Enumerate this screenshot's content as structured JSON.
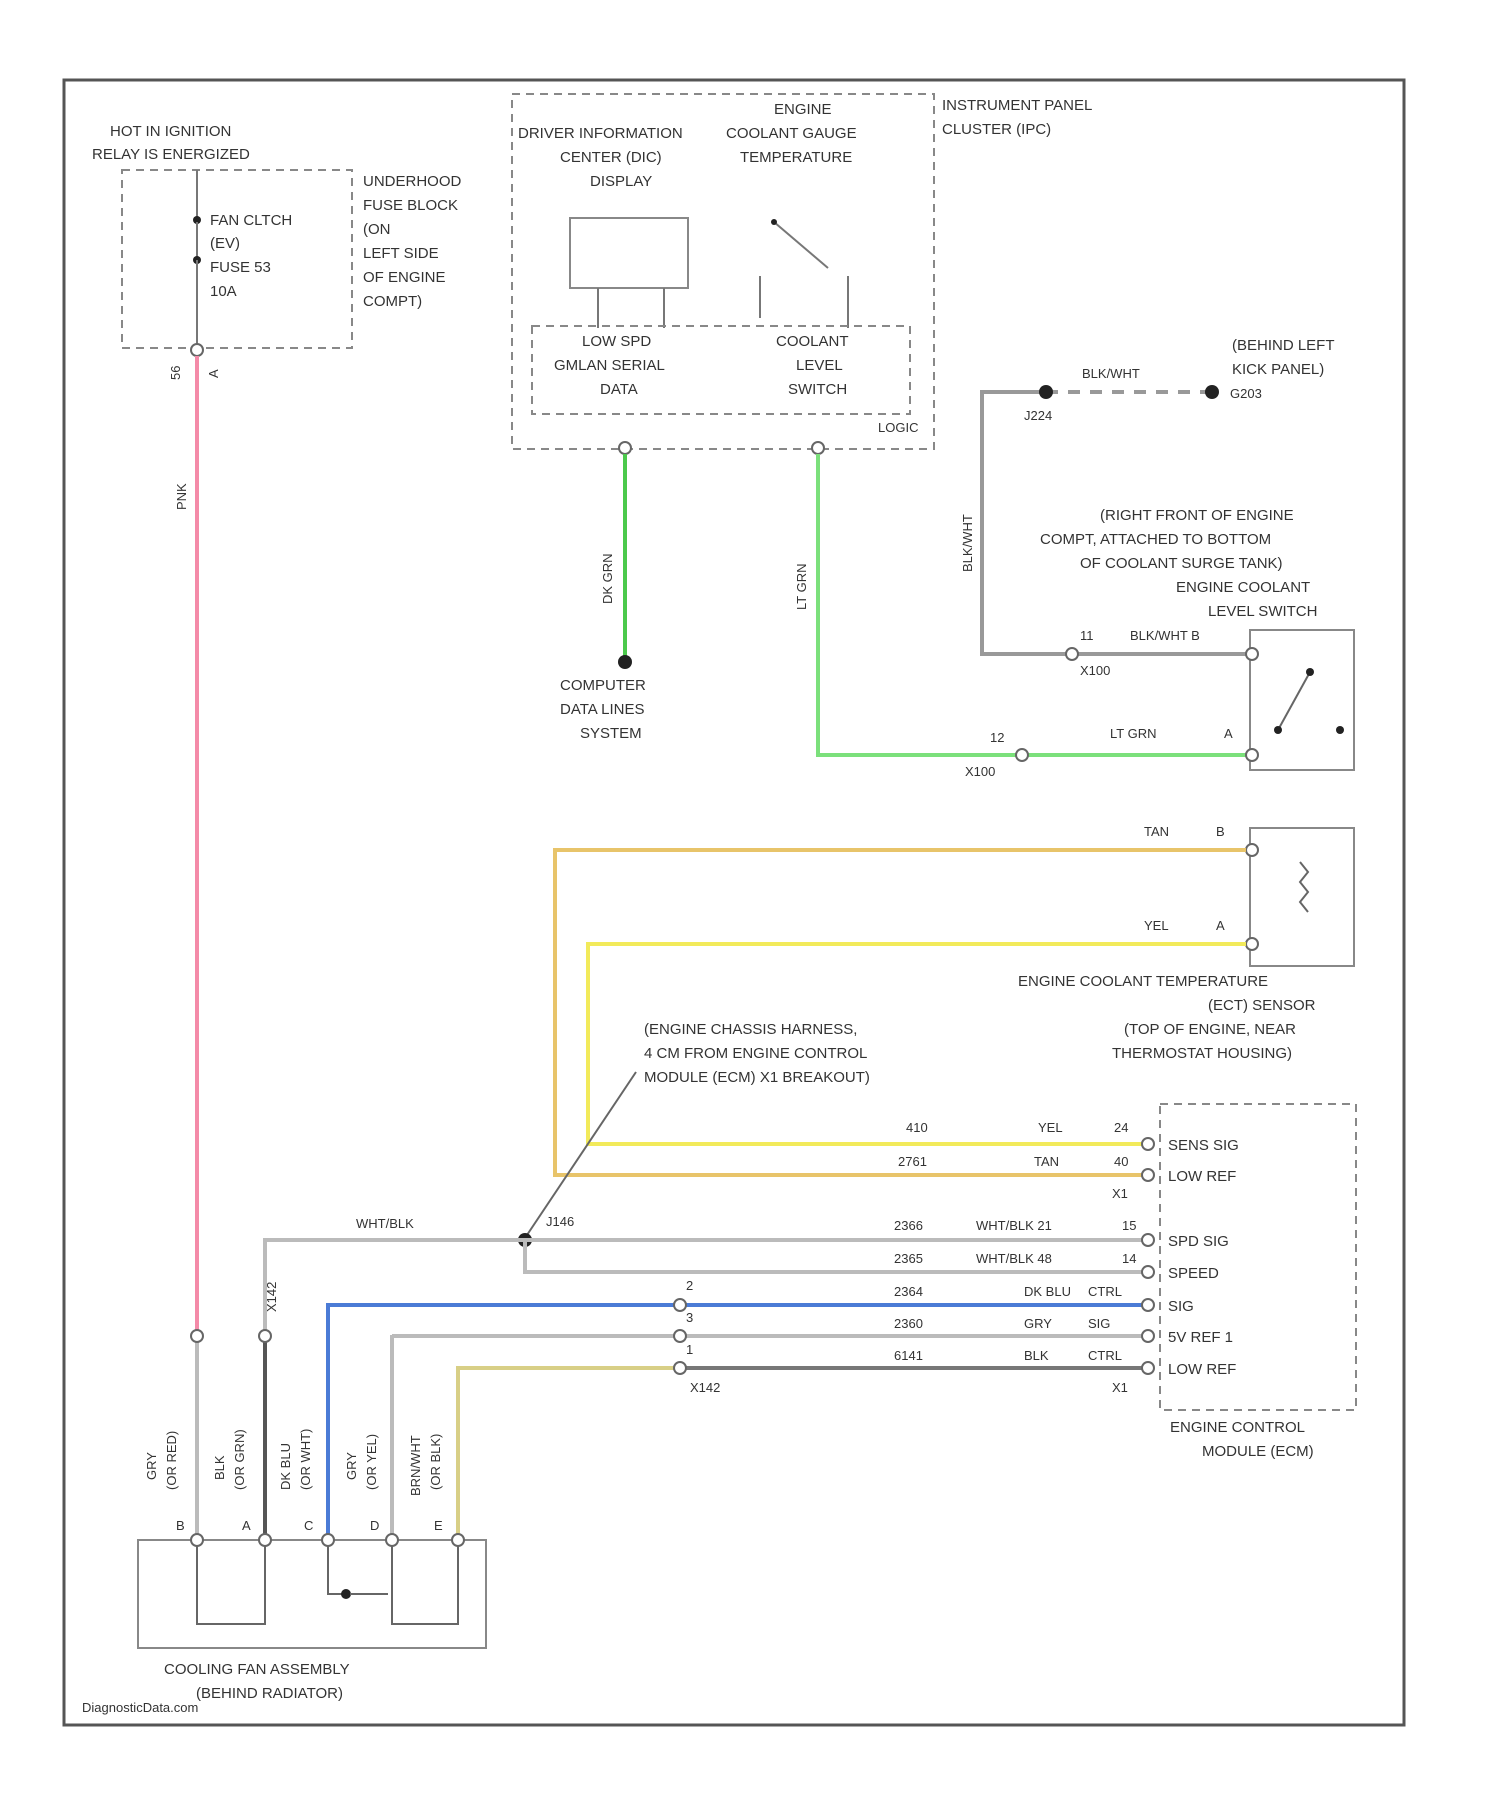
{
  "colors": {
    "pnk": "#f48aa8",
    "dkgrn": "#4cc94c",
    "ltgrn": "#7be07b",
    "tan": "#e8c46a",
    "yel": "#f2ea5a",
    "blu": "#4b7bd6",
    "gry": "#8a8a8a",
    "wht": "#bbbbbb",
    "brn": "#d8cf86"
  },
  "labels": {
    "hot_in_run": "HOT IN IGNITION",
    "hot_in_run2": "RELAY IS ENERGIZED",
    "underhood": "UNDERHOOD",
    "underhood2": "FUSE BLOCK",
    "underhood3": "(ON",
    "underhood4": "LEFT SIDE",
    "underhood5": "OF ENGINE",
    "underhood6": "COMPT)",
    "fan_clutch": "FAN CLTCH",
    "fan_clutch2": "(EV)",
    "fuse": "FUSE 53",
    "fuse_amp": "10A",
    "wire_pnk": "PNK",
    "pin_56": "56",
    "pin_a": "A",
    "dic": "DRIVER INFORMATION",
    "dic2": "CENTER (DIC)",
    "dic3": "DISPLAY",
    "engine": "ENGINE",
    "coolant_gauge": "COOLANT GAUGE",
    "coolant_gauge2": "TEMPERATURE",
    "ipc": "INSTRUMENT PANEL",
    "ipc2": "CLUSTER (IPC)",
    "low_spd": "LOW SPD",
    "low_spd2": "GMLAN SERIAL",
    "low_spd3": "DATA",
    "coolant_level": "COOLANT",
    "coolant_level2": "LEVEL",
    "coolant_level3": "SWITCH",
    "logic": "LOGIC",
    "wire_dkgrn": "DK GRN",
    "wire_ltgrn": "LT GRN",
    "computer": "COMPUTER",
    "computer2": "DATA LINES",
    "computer3": "SYSTEM",
    "blk_wht": "BLK/WHT",
    "j224": "J224",
    "behind_kick": "(BEHIND LEFT",
    "behind_kick2": "KICK PANEL)",
    "g203": "G203",
    "right_front": "(RIGHT FRONT OF ENGINE",
    "right_front2": "COMPT, ATTACHED TO BOTTOM",
    "right_front3": "OF COOLANT SURGE TANK)",
    "right_front4": "ENGINE COOLANT",
    "right_front5": "LEVEL SWITCH",
    "pin_11": "11",
    "blk_wht_b": "BLK/WHT  B",
    "x100": "X100",
    "pin_12": "12",
    "lt_grn_a": "LT GRN",
    "a": "A",
    "x100b": "X100",
    "tan": "TAN",
    "b": "B",
    "yel": "YEL",
    "a2": "A",
    "ect": "ENGINE COOLANT TEMPERATURE",
    "ect2": "(ECT) SENSOR",
    "ect3": "(TOP OF ENGINE, NEAR",
    "ect4": "THERMOSTAT HOUSING)",
    "harness": "(ENGINE CHASSIS HARNESS,",
    "harness2": "4 CM FROM ENGINE CONTROL",
    "harness3": "MODULE (ECM) X1 BREAKOUT)",
    "c410": "410",
    "c2761": "2761",
    "yel2": "YEL",
    "tan2": "TAN",
    "p24": "24",
    "p40": "40",
    "x1": "X1",
    "sens_sig": "SENS SIG",
    "low_ref": "LOW REF",
    "j146": "J146",
    "wht_blk": "WHT/BLK",
    "c2366": "2366",
    "c2365": "2365",
    "c2364": "2364",
    "c2360": "2360",
    "c6141": "6141",
    "wht_blk2": "WHT/BLK  21",
    "wht_blk3": "WHT/BLK  48",
    "dk_blu": "DK BLU",
    "ctrl": "CTRL",
    "grn": "GRY",
    "sig": "SIG",
    "blk": "BLK",
    "ctrl2": "CTRL",
    "p15": "15",
    "p14": "14",
    "spd_sig": "SPD SIG",
    "speed": "SPEED",
    "sig2": "SIG",
    "ref": "5V REF 1",
    "low_ref2": "LOW REF",
    "x142": "X142",
    "x142b": "X142",
    "x1b": "X1",
    "ecm": "ENGINE CONTROL",
    "ecm2": "MODULE (ECM)",
    "p2": "2",
    "p3": "3",
    "p1": "1",
    "w1": "GRY",
    "w1b": "(OR RED)",
    "w2": "BLK",
    "w2b": "(OR GRN)",
    "w3": "DK BLU",
    "w3b": "(OR WHT)",
    "w4": "GRY",
    "w4b": "(OR YEL)",
    "w5": "BRN/WHT",
    "w5b": "(OR BLK)",
    "fp1": "B",
    "fp2": "A",
    "fp3": "C",
    "fp4": "D",
    "fp5": "E",
    "fan": "COOLING FAN ASSEMBLY",
    "fan2": "(BEHIND RADIATOR)",
    "watermark": "DiagnosticData.com"
  }
}
